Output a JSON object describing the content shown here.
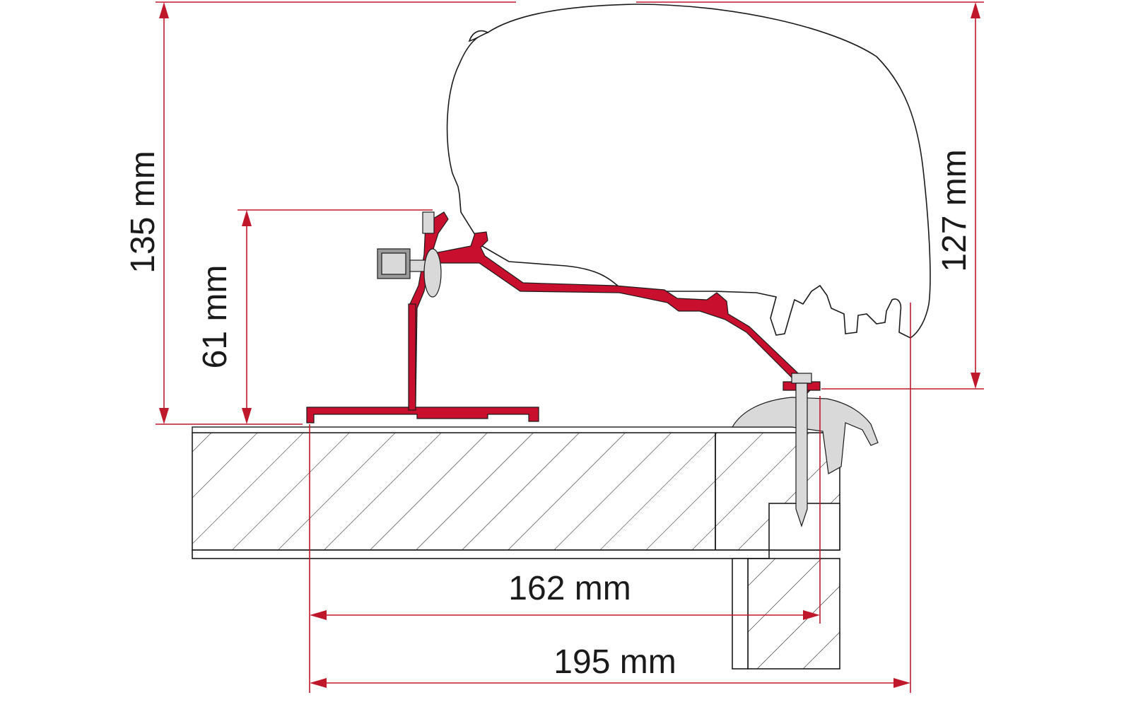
{
  "colors": {
    "dimension": "#c0182b",
    "bracket": "#c8102e",
    "outline": "#1a1a1a",
    "background": "#ffffff"
  },
  "dimensions": {
    "height_total": "135 mm",
    "height_bracket": "61 mm",
    "height_right": "127 mm",
    "width_inner": "162 mm",
    "width_outer": "195 mm"
  }
}
